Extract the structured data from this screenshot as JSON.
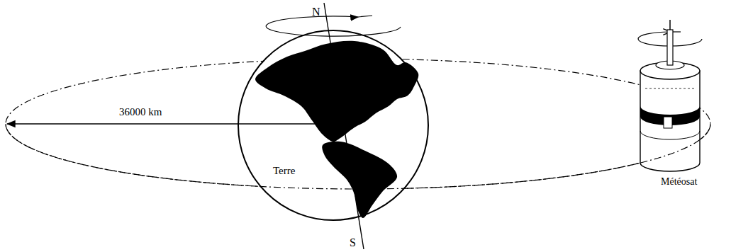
{
  "diagram": {
    "nodes": [
      {
        "text": [
          "Terre"
        ]
      }
    ],
    "labels": [
      "N",
      "S",
      "36000 km",
      "Météosat"
    ]
  }
}
